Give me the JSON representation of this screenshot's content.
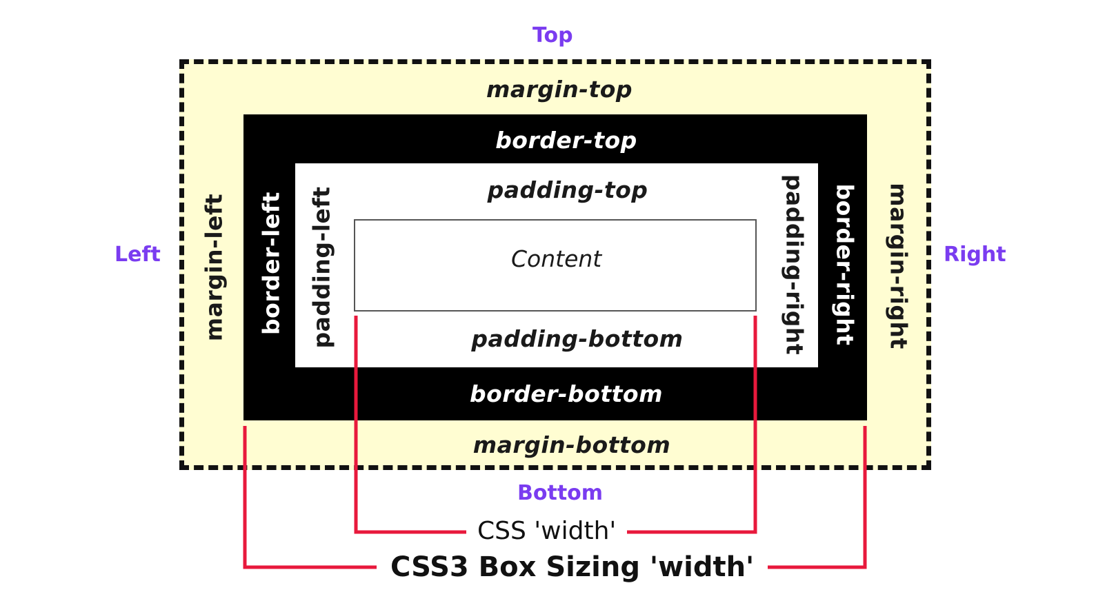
{
  "directions": {
    "top": "Top",
    "left": "Left",
    "right": "Right",
    "bottom": "Bottom"
  },
  "margin": {
    "top": "margin-top",
    "bottom": "margin-bottom",
    "left": "margin-left",
    "right": "margin-right"
  },
  "border": {
    "top": "border-top",
    "bottom": "border-bottom",
    "left": "border-left",
    "right": "border-right"
  },
  "padding": {
    "top": "padding-top",
    "bottom": "padding-bottom",
    "left": "padding-left",
    "right": "padding-right"
  },
  "content": "Content",
  "brackets": {
    "css_width": "CSS 'width'",
    "box_sizing_width": "CSS3 Box Sizing 'width'"
  },
  "colors": {
    "margin_fill": "#fffdd2",
    "border_fill": "#000000",
    "padding_fill": "#ffffff",
    "direction_text": "#7a3cf0",
    "bracket_line": "#e8193c"
  }
}
